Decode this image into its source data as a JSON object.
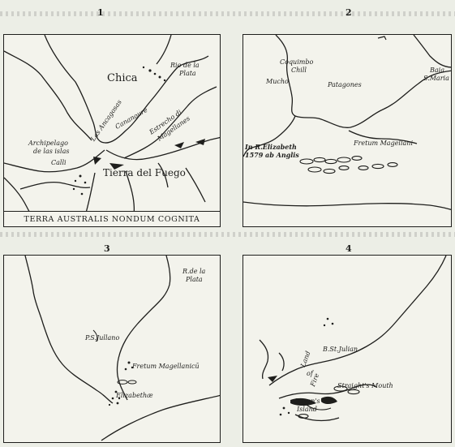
{
  "panels": [
    {
      "number": "1",
      "labels": {
        "rio_de_la_plata_1": "Rio de la",
        "rio_de_la_plata_2": "Plata",
        "chica": "Chica",
        "las_ancagosas": "Las Ancagosas",
        "cananoure": "Cananoure",
        "estrecho_1": "Estrecho di",
        "estrecho_2": "Magellanes",
        "archipelago_1": "Archipelago",
        "archipelago_2": "de las islas",
        "calli": "Calli",
        "tierra_del_fuego": "Tierra del Fuego"
      },
      "footer": "TERRA AUSTRALIS NONDUM COGNITA"
    },
    {
      "number": "2",
      "labels": {
        "coquimbo": "Coquimbo",
        "chill": "Chill",
        "mucho": "Mucho",
        "patagones": "Patagones",
        "baia_1": "Baia",
        "baia_2": "S.Maria",
        "elizabeth_1": "In R.Elizabeth",
        "elizabeth_2": "1579 ab Anglis",
        "fretum": "Fretum Magellani"
      }
    },
    {
      "number": "3",
      "labels": {
        "plata_1": "R.de la",
        "plata_2": "Plata",
        "ps_julliano": "P.S.Jullano",
        "fretum": "Fretum Magellanicū",
        "elizabethae": "Elizabethæ"
      }
    },
    {
      "number": "4",
      "labels": {
        "b_st_julian": "B.St.Julian",
        "land_of_fire_1": "Land",
        "land_of_fire_2": "of",
        "land_of_fire_3": "Fire",
        "straights_mouth": "Straight's Mouth",
        "queens_island_1": "Queen's",
        "queens_island_2": "Island"
      }
    }
  ]
}
